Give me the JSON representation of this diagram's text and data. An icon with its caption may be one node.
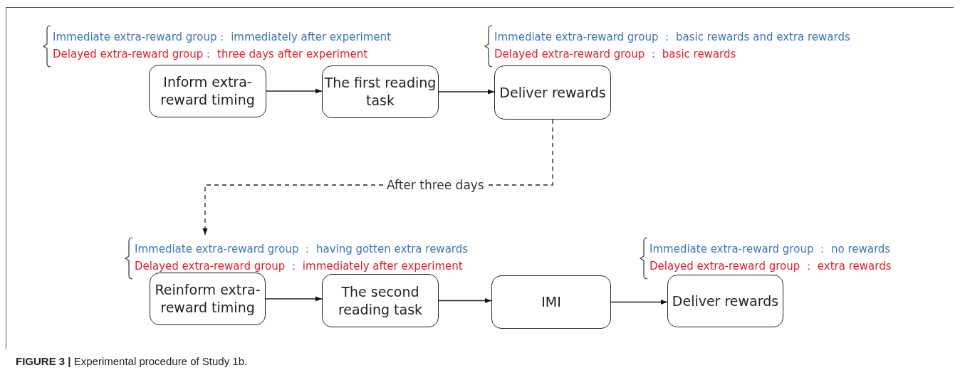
{
  "diagram": {
    "caption": "**FIGURE 3 |** Experimental procedure of Study 1b.",
    "nodes": [
      {
        "text": [
          "Inform extra-reward timing"
        ],
        "beside": [
          "Immediate extra-reward group： immediately after experiment",
          "Delayed extra-reward group： three days after experiment"
        ]
      },
      {
        "text": [
          "The first reading task"
        ]
      },
      {
        "text": [
          "Deliver rewards"
        ],
        "beside": [
          "Immediate extra-reward group ： basic rewards and extra rewards",
          "Delayed extra-reward group ： basic rewards"
        ]
      },
      {
        "text": [
          "Reinform extra-reward timing"
        ],
        "beside": [
          "Immediate extra-reward group ： having gotten extra rewards",
          "Delayed extra-reward group ： immediately after experiment"
        ]
      },
      {
        "text": [
          "The second reading task"
        ]
      },
      {
        "text": [
          "IMI"
        ]
      },
      {
        "text": [
          "Deliver rewards"
        ],
        "beside": [
          "Immediate extra-reward group ： no rewards",
          "Delayed extra-reward group ： extra rewards"
        ]
      }
    ],
    "edges": [
      {
        "from": 0,
        "to": 1,
        "arrow": "to"
      },
      {
        "from": 1,
        "to": 2,
        "arrow": "to"
      },
      {
        "from": 2,
        "to": 3,
        "arrow": "to",
        "label": "After three days",
        "style": "dashed"
      },
      {
        "from": 3,
        "to": 4,
        "arrow": "to"
      },
      {
        "from": 4,
        "to": 5,
        "arrow": "to"
      },
      {
        "from": 5,
        "to": 6,
        "arrow": "to"
      }
    ]
  }
}
